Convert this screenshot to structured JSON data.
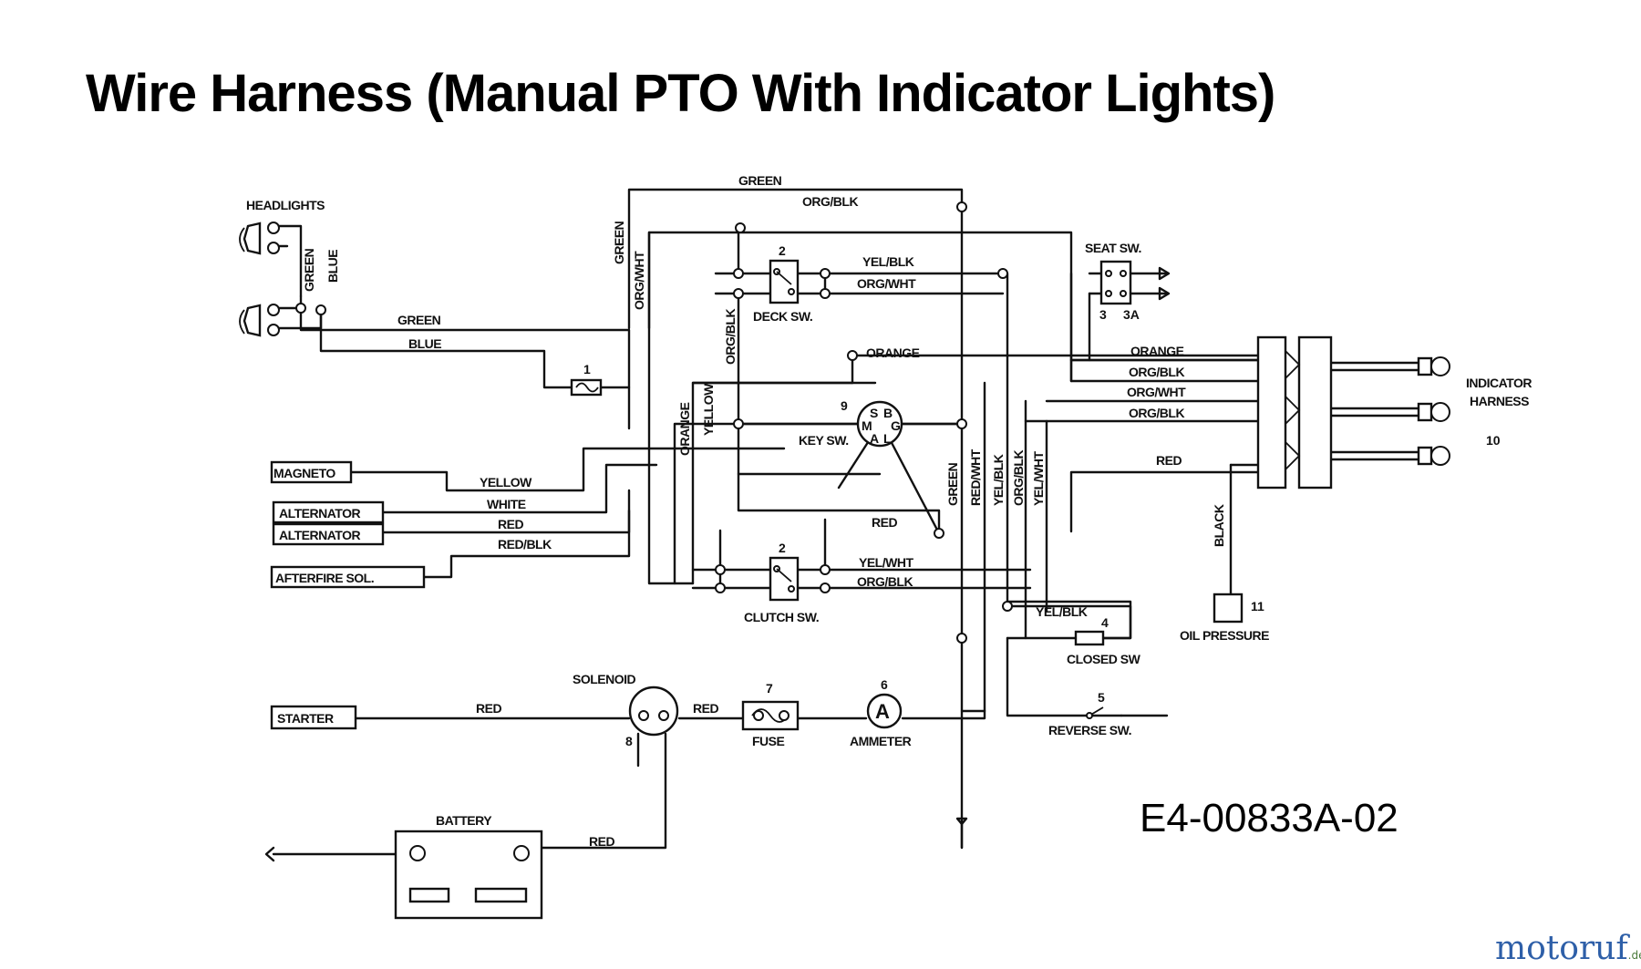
{
  "title": "Wire Harness (Manual PTO With Indicator Lights)",
  "part_number": "E4-00833A-02",
  "watermark": {
    "main": "motoruf",
    "suffix": ".de",
    "color_blue": "#2e5fa8",
    "color_orange": "#e07a1f"
  },
  "components": {
    "headlights": "HEADLIGHTS",
    "magneto": "MAGNETO",
    "alternator_1": "ALTERNATOR",
    "alternator_2": "ALTERNATOR",
    "afterfire": "AFTERFIRE SOL.",
    "starter": "STARTER",
    "battery": "BATTERY",
    "solenoid": "SOLENOID",
    "fuse": "FUSE",
    "ammeter": "AMMETER",
    "ammeter_symbol": "A",
    "deck_sw": "DECK SW.",
    "clutch_sw": "CLUTCH SW.",
    "key_sw": "KEY SW.",
    "key_pins": [
      "S",
      "B",
      "M",
      "G",
      "A",
      "L"
    ],
    "seat_sw": "SEAT SW.",
    "closed_sw": "CLOSED SW",
    "reverse_sw": "REVERSE SW.",
    "oil_pressure": "OIL PRESSURE",
    "indicator_harness_1": "INDICATOR",
    "indicator_harness_2": "HARNESS"
  },
  "numbers": {
    "fuse_1": "1",
    "deck": "2",
    "clutch": "2",
    "seat_a": "3",
    "seat_b": "3A",
    "closed": "4",
    "reverse": "5",
    "ammeter": "6",
    "fuse": "7",
    "solenoid": "8",
    "key": "9",
    "indicator": "10",
    "oil": "11"
  },
  "wires": {
    "green_top": "GREEN",
    "orgblk_top": "ORG/BLK",
    "green_vert": "GREEN",
    "orgwht_vert": "ORG/WHT",
    "hl_green": "GREEN",
    "hl_blue": "BLUE",
    "hl_green_h": "GREEN",
    "hl_blue_h": "BLUE",
    "orgblk_vert_left": "ORG/BLK",
    "yelblk_deck": "YEL/BLK",
    "orgwht_deck": "ORG/WHT",
    "orange_key": "ORANGE",
    "orange_vert": "ORANGE",
    "yellow_vert": "YELLOW",
    "yellow": "YELLOW",
    "white": "WHITE",
    "red_alt": "RED",
    "redblk": "RED/BLK",
    "red_key": "RED",
    "yelwht_clutch": "YEL/WHT",
    "orgblk_clutch": "ORG/BLK",
    "green_v2": "GREEN",
    "redwht_v": "RED/WHT",
    "yelblk_v": "YEL/BLK",
    "orgblk_v": "ORG/BLK",
    "yelwht_v": "YEL/WHT",
    "ind_orange": "ORANGE",
    "ind_orgblk1": "ORG/BLK",
    "ind_orgwht": "ORG/WHT",
    "ind_orgblk2": "ORG/BLK",
    "ind_red": "RED",
    "black": "BLACK",
    "yelblk_closed": "YEL/BLK",
    "red_starter": "RED",
    "red_sol": "RED",
    "red_batt": "RED"
  }
}
